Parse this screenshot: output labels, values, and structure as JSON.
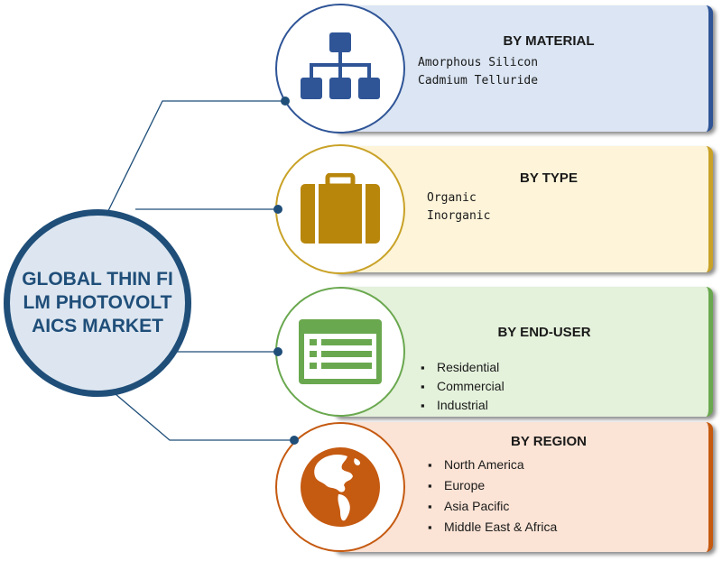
{
  "center": {
    "title": "GLOBAL THIN FILM PHOTOVOLTAICS MARKET"
  },
  "colors": {
    "center_border": "#1f4e79",
    "center_fill": "#dde6f0",
    "connector": "#1f4e79"
  },
  "segments": [
    {
      "title": "BY MATERIAL",
      "icon": "hierarchy-icon",
      "color": "#2f5597",
      "fill": "#dbe5f3",
      "items": [
        "Amorphous Silicon",
        "Cadmium Telluride"
      ]
    },
    {
      "title": "BY TYPE",
      "icon": "briefcase-icon",
      "color": "#c9a227",
      "fill": "#fdf4d9",
      "items": [
        "Organic",
        "Inorganic"
      ]
    },
    {
      "title": "BY END-USER",
      "icon": "list-icon",
      "color": "#6aa84f",
      "fill": "#e4f1db",
      "items": [
        "Residential",
        "Commercial",
        "Industrial"
      ]
    },
    {
      "title": "BY REGION",
      "icon": "globe-icon",
      "color": "#c55a11",
      "fill": "#fbe3d5",
      "items": [
        "North America",
        "Europe",
        "Asia Pacific",
        "Middle East & Africa"
      ]
    }
  ]
}
